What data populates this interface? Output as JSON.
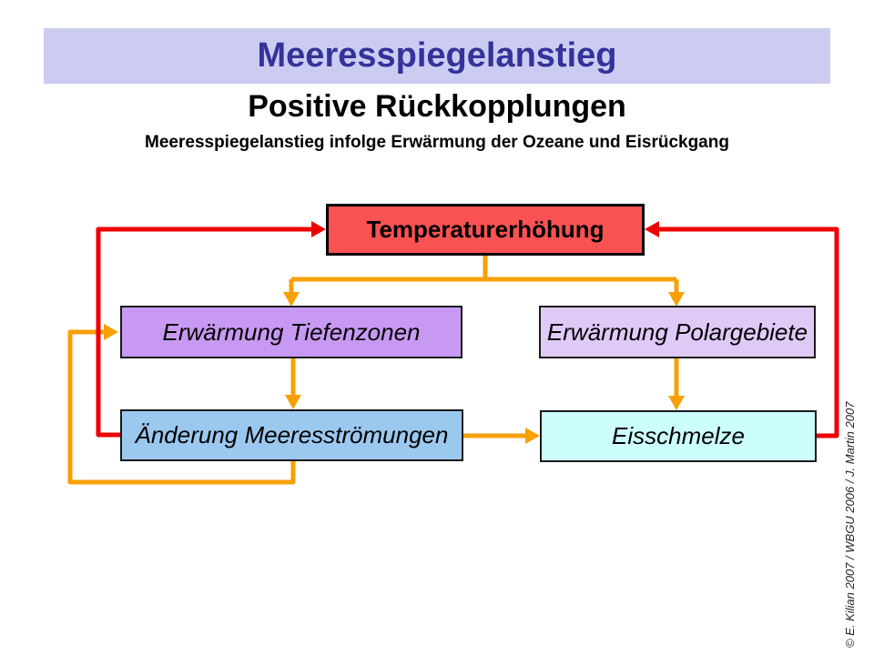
{
  "slide": {
    "title": "Meeresspiegelanstieg",
    "subtitle": "Positive Rückkopplungen",
    "subsubtitle": "Meeresspiegelanstieg infolge Erwärmung der Ozeane und Eisrückgang",
    "credit": "© E. Kilian 2007 / WBGU 2006 / J. Martin 2007"
  },
  "diagram": {
    "nodes": [
      {
        "id": "temperaturerhoehung",
        "label": "Temperaturerhöhung",
        "fill": "#fa5252"
      },
      {
        "id": "erwaermung-tiefenzonen",
        "label": "Erwärmung Tiefenzonen",
        "fill": "#c899f2"
      },
      {
        "id": "erwaermung-polargebiete",
        "label": "Erwärmung Polargebiete",
        "fill": "#dfcaf7"
      },
      {
        "id": "aenderung-meeresstroemungen",
        "label": "Änderung Meeresströmungen",
        "fill": "#9bc8ef"
      },
      {
        "id": "eisschmelze",
        "label": "Eisschmelze",
        "fill": "#ccfefe"
      }
    ],
    "edges": [
      {
        "from": "Temperaturerhöhung",
        "to": "Erwärmung Tiefenzonen",
        "color": "#f7a008"
      },
      {
        "from": "Temperaturerhöhung",
        "to": "Erwärmung Polargebiete",
        "color": "#f7a008"
      },
      {
        "from": "Erwärmung Tiefenzonen",
        "to": "Änderung Meeresströmungen",
        "color": "#f7a008"
      },
      {
        "from": "Erwärmung Polargebiete",
        "to": "Eisschmelze",
        "color": "#f7a008"
      },
      {
        "from": "Änderung Meeresströmungen",
        "to": "Eisschmelze",
        "color": "#f7a008"
      },
      {
        "from": "Änderung Meeresströmungen",
        "to": "Erwärmung Tiefenzonen",
        "color": "#f7a008"
      },
      {
        "from": "Änderung Meeresströmungen",
        "to": "Temperaturerhöhung",
        "color": "#ee0000"
      },
      {
        "from": "Eisschmelze",
        "to": "Temperaturerhöhung",
        "color": "#ee0000"
      }
    ]
  },
  "colors": {
    "header_bg": "#ccccf2",
    "title_text": "#333399",
    "arrow_orange": "#f7a008",
    "arrow_red": "#ee0000",
    "background": "#ffffff"
  }
}
